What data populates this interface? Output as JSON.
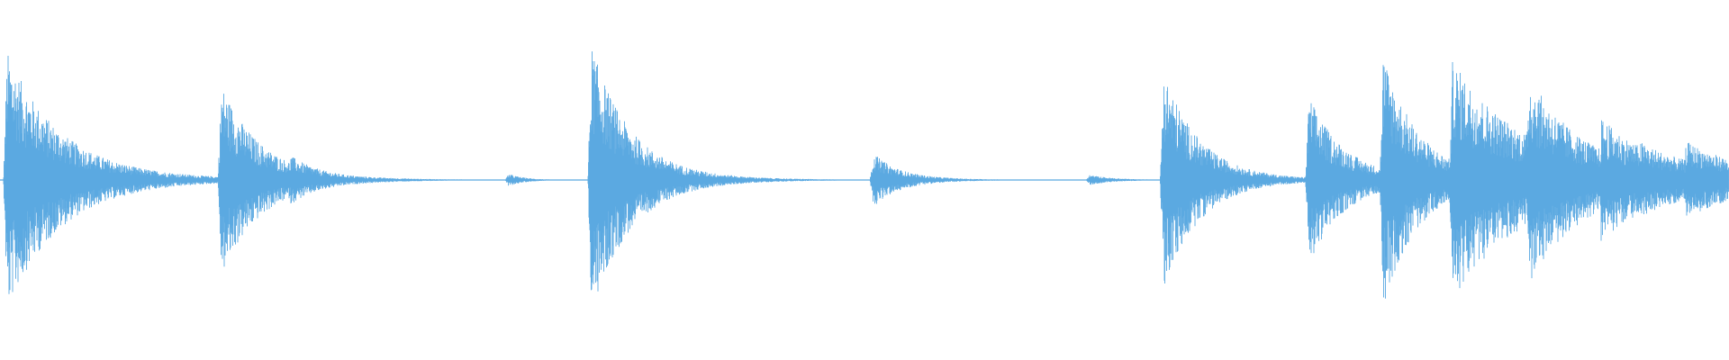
{
  "waveform": {
    "color": "#5ba9e1",
    "background": "#ffffff",
    "channels": 1,
    "events": [
      {
        "t": 0.004,
        "amplitude": 0.92,
        "decay": 0.03,
        "tail_level": 0.07
      },
      {
        "t": 0.128,
        "amplitude": 0.68,
        "decay": 0.022,
        "tail_level": 0.06
      },
      {
        "t": 0.168,
        "amplitude": 0.16,
        "decay": 0.018,
        "tail_level": 0.03
      },
      {
        "t": 0.294,
        "amplitude": 0.04,
        "decay": 0.008,
        "tail_level": 0.01
      },
      {
        "t": 0.342,
        "amplitude": 0.98,
        "decay": 0.022,
        "tail_level": 0.06
      },
      {
        "t": 0.505,
        "amplitude": 0.17,
        "decay": 0.014,
        "tail_level": 0.04
      },
      {
        "t": 0.63,
        "amplitude": 0.03,
        "decay": 0.012,
        "tail_level": 0.01
      },
      {
        "t": 0.673,
        "amplitude": 0.8,
        "decay": 0.02,
        "tail_level": 0.05
      },
      {
        "t": 0.757,
        "amplitude": 0.6,
        "decay": 0.02,
        "tail_level": 0.05
      },
      {
        "t": 0.8,
        "amplitude": 0.9,
        "decay": 0.02,
        "tail_level": 0.07
      },
      {
        "t": 0.84,
        "amplitude": 0.78,
        "decay": 0.04,
        "tail_level": 0.14
      },
      {
        "t": 0.884,
        "amplitude": 0.68,
        "decay": 0.03,
        "tail_level": 0.13
      },
      {
        "t": 0.926,
        "amplitude": 0.35,
        "decay": 0.03,
        "tail_level": 0.13
      },
      {
        "t": 0.948,
        "amplitude": 0.18,
        "decay": 0.03,
        "tail_level": 0.12
      },
      {
        "t": 0.975,
        "amplitude": 0.18,
        "decay": 0.03,
        "tail_level": 0.12
      }
    ],
    "noise_floor": 0.003
  }
}
